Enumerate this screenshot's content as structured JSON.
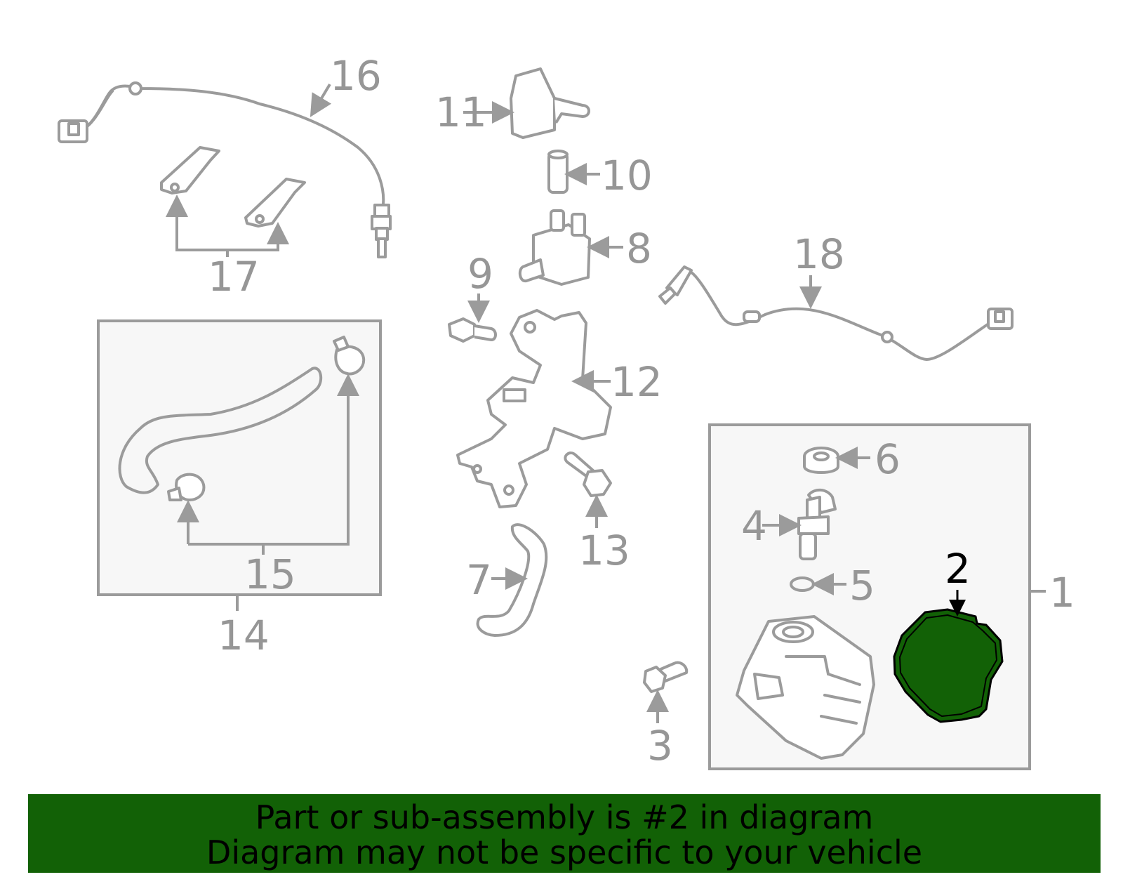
{
  "diagram": {
    "callouts": {
      "c1": "1",
      "c2": "2",
      "c3": "3",
      "c4": "4",
      "c5": "5",
      "c6": "6",
      "c7": "7",
      "c8": "8",
      "c9": "9",
      "c10": "10",
      "c11": "11",
      "c12": "12",
      "c13": "13",
      "c14": "14",
      "c15": "15",
      "c16": "16",
      "c17": "17",
      "c18": "18"
    },
    "highlight_part": "2",
    "highlight_color": "#126106",
    "line_color": "#9b9b9b"
  },
  "banner": {
    "line1": "Part or sub-assembly is #2 in diagram",
    "line2": "Diagram may not be specific to your vehicle",
    "background": "#126106"
  }
}
